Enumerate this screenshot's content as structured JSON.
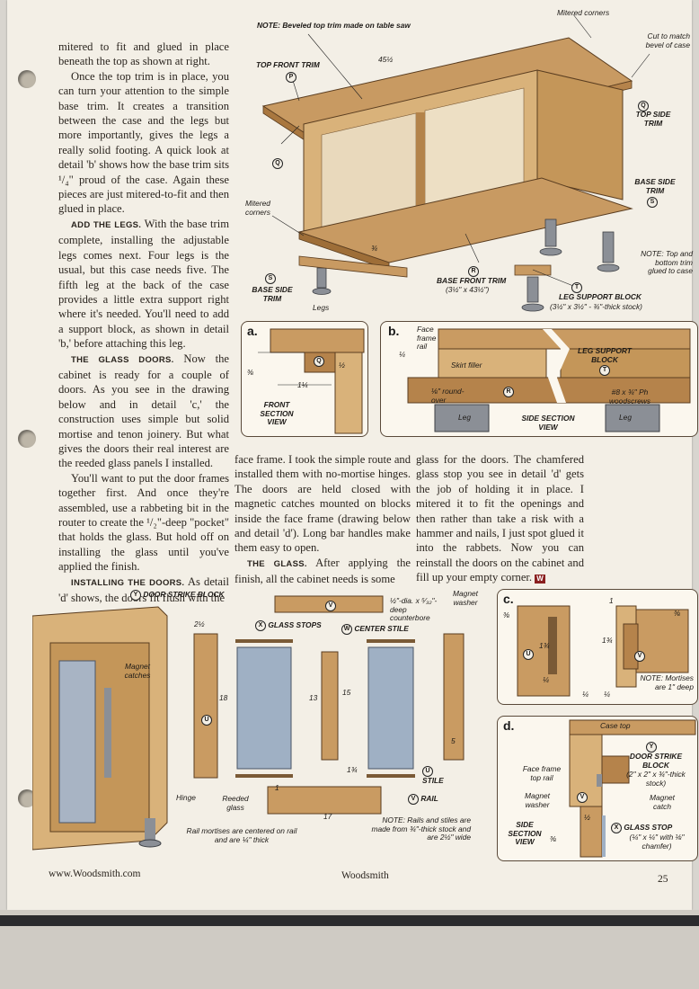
{
  "article": {
    "col1_paragraphs": [
      "mitered to fit and glued in place beneath the top as shown at right.",
      "Once the top trim is in place, you can turn your attention to the simple base trim. It creates a transition between the case and the legs but more importantly, gives the legs a really solid footing. A quick look at detail 'b' shows how the base trim sits ¹/₄\" proud of the case. Again these pieces are just mitered-to-fit and then glued in place."
    ],
    "add_legs_head": "ADD THE LEGS.",
    "add_legs_text": " With the base trim complete, installing the adjustable legs comes next. Four legs is the usual, but this case needs five. The fifth leg at the back of the case provides a little extra support right where it's needed. You'll need to add a support block, as shown in detail 'b,' before attaching this leg.",
    "glass_doors_head": "THE GLASS DOORS.",
    "glass_doors_text": " Now the cabinet is ready for a couple of doors. As you see in the drawing below and in detail 'c,' the construction uses simple but solid mortise and tenon joinery. But what gives the doors their real interest are the reeded glass panels I installed.",
    "frames_text": "You'll want to put the door frames together first. And once they're assembled, use a rabbeting bit in the router to create the ¹/₂\"-deep \"pocket\" that holds the glass. But hold off on installing the glass until you've applied the finish.",
    "installing_head": "INSTALLING THE DOORS.",
    "installing_text": " As detail 'd' shows, the doors fit flush with the",
    "col2_text": "face frame. I took the simple route and installed them with no-mortise hinges. The doors are held closed with magnetic catches mounted on blocks inside the face frame (drawing below and detail 'd'). Long bar handles make them easy to open.",
    "the_glass_head": "THE GLASS.",
    "the_glass_text": " After applying the finish, all the cabinet needs is some",
    "col3_text": "glass for the doors. The chamfered glass stop you see in detail 'd' gets the job of holding it in place. I mitered it to fit the openings and then rather than take a risk with a hammer and nails, I just spot glued it into the rabbets. Now you can reinstall the doors on the cabinet and fill up your empty corner.",
    "end_mark": "W"
  },
  "top_drawing": {
    "note_top": "NOTE: Beveled top trim made on table saw",
    "mitered_corners_top": "Mitered corners",
    "cut_to_match": "Cut to match bevel of case",
    "top_front_trim": "TOP FRONT TRIM",
    "dim_45": "45½",
    "top_side_trim": "TOP SIDE TRIM",
    "base_side_trim_r": "BASE SIDE TRIM",
    "mitered_corners_left": "Mitered corners",
    "base_side_trim_l": "BASE SIDE TRIM",
    "legs": "Legs",
    "dim_34": "¾",
    "base_front_trim": "BASE FRONT TRIM",
    "base_front_dims": "(3½\" x 43½\")",
    "note_bottom": "NOTE: Top and bottom trim glued to case",
    "leg_support_block": "LEG SUPPORT BLOCK",
    "leg_support_dims": "(3½\" x 3½\" - ¾\"-thick stock)",
    "circles": {
      "P": "P",
      "Q": "Q",
      "R": "R",
      "S": "S",
      "T": "T"
    }
  },
  "detail_a": {
    "letter": "a.",
    "dim_38": "⅜",
    "dim_12": "½",
    "dim_114": "1¼",
    "title": "FRONT SECTION VIEW"
  },
  "detail_b": {
    "letter": "b.",
    "face_frame": "Face frame rail",
    "dim_14": "¼",
    "skirt_filler": "Skirt filler",
    "round_over": "⅛\" round-over",
    "leg_support": "LEG SUPPORT BLOCK",
    "woodscrews": "#8 x ¾\" Ph woodscrews",
    "leg_left": "Leg",
    "leg_right": "Leg",
    "title": "SIDE SECTION VIEW"
  },
  "door_drawing": {
    "door_strike_block": "DOOR STRIKE BLOCK",
    "dim_212": "2½",
    "magnet_catches": "Magnet catches",
    "glass_stops": "GLASS STOPS",
    "center_stile": "CENTER STILE",
    "counterbore": "½\"-dia. x ⁵⁄₃₂\"-deep counterbore",
    "magnet_washer": "Magnet washer",
    "dim_18": "18",
    "dim_13": "13",
    "dim_15": "15",
    "dim_134": "1¾",
    "dim_5": "5",
    "dim_1": "1",
    "dim_17": "17",
    "hinge": "Hinge",
    "reeded_glass": "Reeded glass",
    "stile": "STILE",
    "rail": "RAIL",
    "rail_note": "Rail mortises are centered on rail and are ¼\" thick",
    "stock_note": "NOTE: Rails and stiles are made from ¾\"-thick stock and are 2½\" wide"
  },
  "detail_c": {
    "letter": "c.",
    "dim_38a": "⅜",
    "dim_134a": "1¾",
    "dim_14a": "¼",
    "dim_14b": "¼",
    "dim_14c": "¼",
    "dim_1": "1",
    "dim_38b": "⅜",
    "dim_134b": "1¾",
    "note": "NOTE: Mortises are 1\" deep"
  },
  "detail_d": {
    "letter": "d.",
    "case_top": "Case top",
    "door_strike": "DOOR STRIKE BLOCK",
    "door_strike_dims": "(2\" x 2\" x ¾\"-thick stock)",
    "face_frame_top": "Face frame top rail",
    "magnet_washer": "Magnet washer",
    "magnet_catch": "Magnet catch",
    "dim_12": "½",
    "glass_stop": "GLASS STOP",
    "glass_stop_dims": "(¼\" x ¼\" with ⅛\" chamfer)",
    "side_section": "SIDE SECTION VIEW",
    "dim_38": "⅜"
  },
  "footer": {
    "url": "www.Woodsmith.com",
    "magazine": "Woodsmith",
    "page": "25"
  }
}
